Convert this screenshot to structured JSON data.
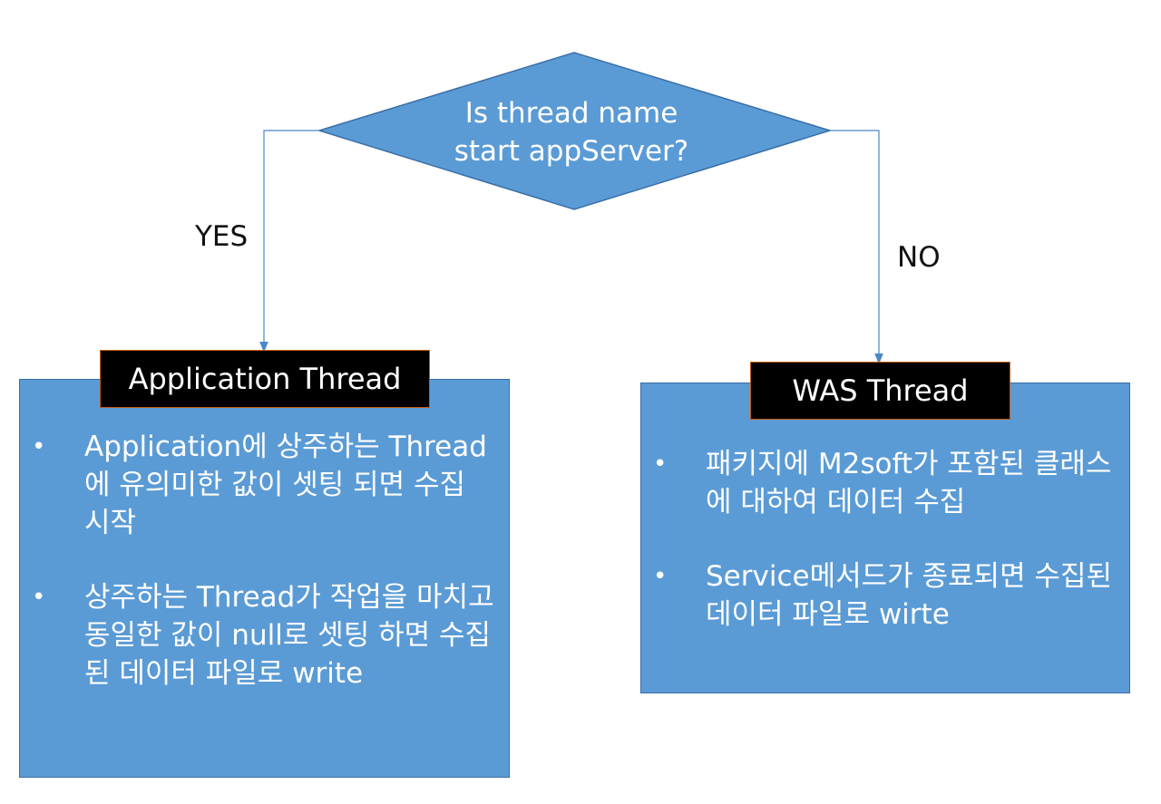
{
  "decision": {
    "line1": "Is thread name",
    "line2": "start appServer?"
  },
  "edges": {
    "yes_label": "YES",
    "no_label": "NO"
  },
  "left": {
    "title": "Application Thread",
    "bullets": [
      "Application에 상주하는 Thread에 유의미한 값이 셋팅 되면 수집 시작",
      "상주하는 Thread가 작업을 마치고 동일한 값이 null로 셋팅 하면 수집된 데이터 파일로 write"
    ]
  },
  "right": {
    "title": "WAS Thread",
    "bullets": [
      "패키지에 M2soft가 포함된 클래스에 대하여 데이터 수집",
      "Service메서드가 종료되면 수집된 데이터 파일로 wirte"
    ]
  },
  "colors": {
    "shape_fill": "#5b9bd5",
    "shape_border": "#3a6ea5",
    "header_fill": "#000000",
    "header_border": "#c55a11",
    "connector": "#5b9bd5"
  }
}
